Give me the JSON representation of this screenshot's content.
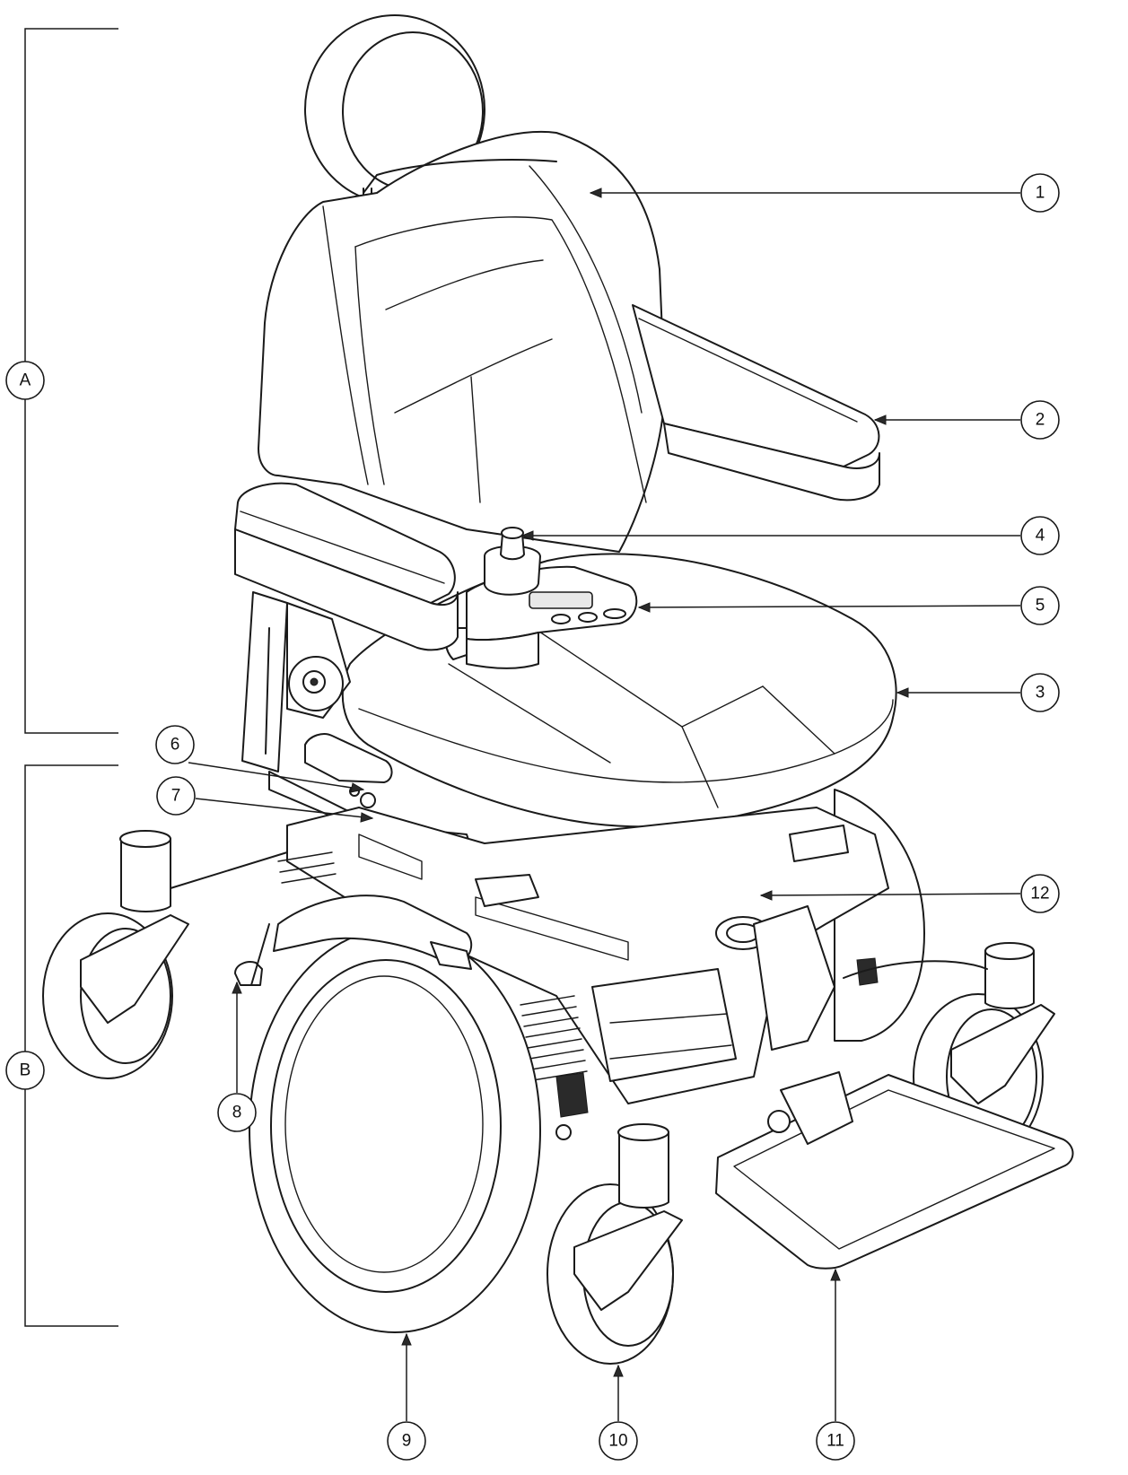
{
  "colors": {
    "ink": "#1a1a1a",
    "background": "#ffffff"
  },
  "brackets": [
    {
      "id": "A",
      "label": "A"
    },
    {
      "id": "B",
      "label": "B"
    }
  ],
  "callouts": [
    {
      "id": "1",
      "label": "1"
    },
    {
      "id": "2",
      "label": "2"
    },
    {
      "id": "3",
      "label": "3"
    },
    {
      "id": "4",
      "label": "4"
    },
    {
      "id": "5",
      "label": "5"
    },
    {
      "id": "6",
      "label": "6"
    },
    {
      "id": "7",
      "label": "7"
    },
    {
      "id": "8",
      "label": "8"
    },
    {
      "id": "9",
      "label": "9"
    },
    {
      "id": "10",
      "label": "10"
    },
    {
      "id": "11",
      "label": "11"
    },
    {
      "id": "12",
      "label": "12"
    }
  ]
}
